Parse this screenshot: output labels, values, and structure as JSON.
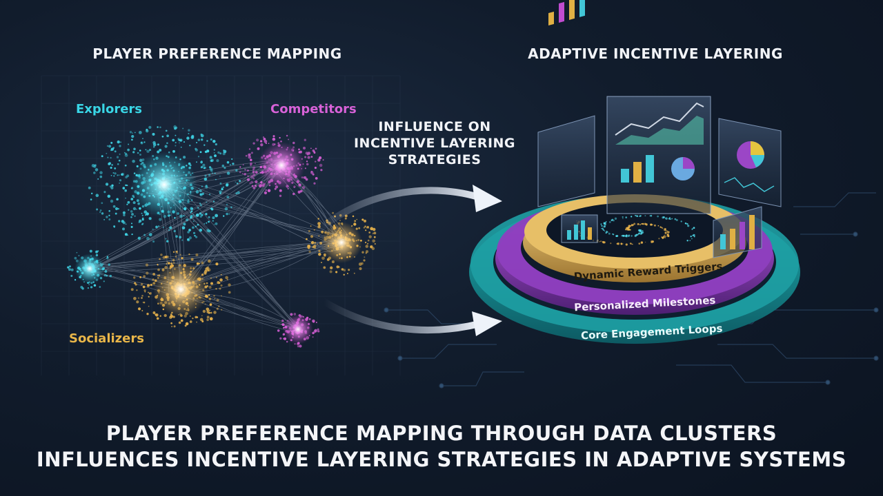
{
  "left_panel": {
    "heading": "PLAYER PREFERENCE MAPPING",
    "clusters": [
      {
        "label": "Explorers",
        "color": "#39d6e6"
      },
      {
        "label": "Competitors",
        "color": "#d862d8"
      },
      {
        "label": "Socializers",
        "color": "#e9b649"
      }
    ]
  },
  "arrow_caption": {
    "lines": [
      "INFLUENCE ON",
      "INCENTIVE LAYERING",
      "STRATEGIES"
    ]
  },
  "right_panel": {
    "heading": "ADAPTIVE INCENTIVE LAYERING",
    "rings": [
      {
        "label": "Dynamic Reward Triggers",
        "color": "#e2b75a"
      },
      {
        "label": "Personalized Milestones",
        "color": "#9b46c6"
      },
      {
        "label": "Core Engagement Loops",
        "color": "#1fa5a8"
      }
    ]
  },
  "footer": {
    "lines": [
      "PLAYER PREFERENCE MAPPING THROUGH DATA CLUSTERS",
      "INFLUENCES INCENTIVE LAYERING STRATEGIES IN ADAPTIVE SYSTEMS"
    ]
  }
}
